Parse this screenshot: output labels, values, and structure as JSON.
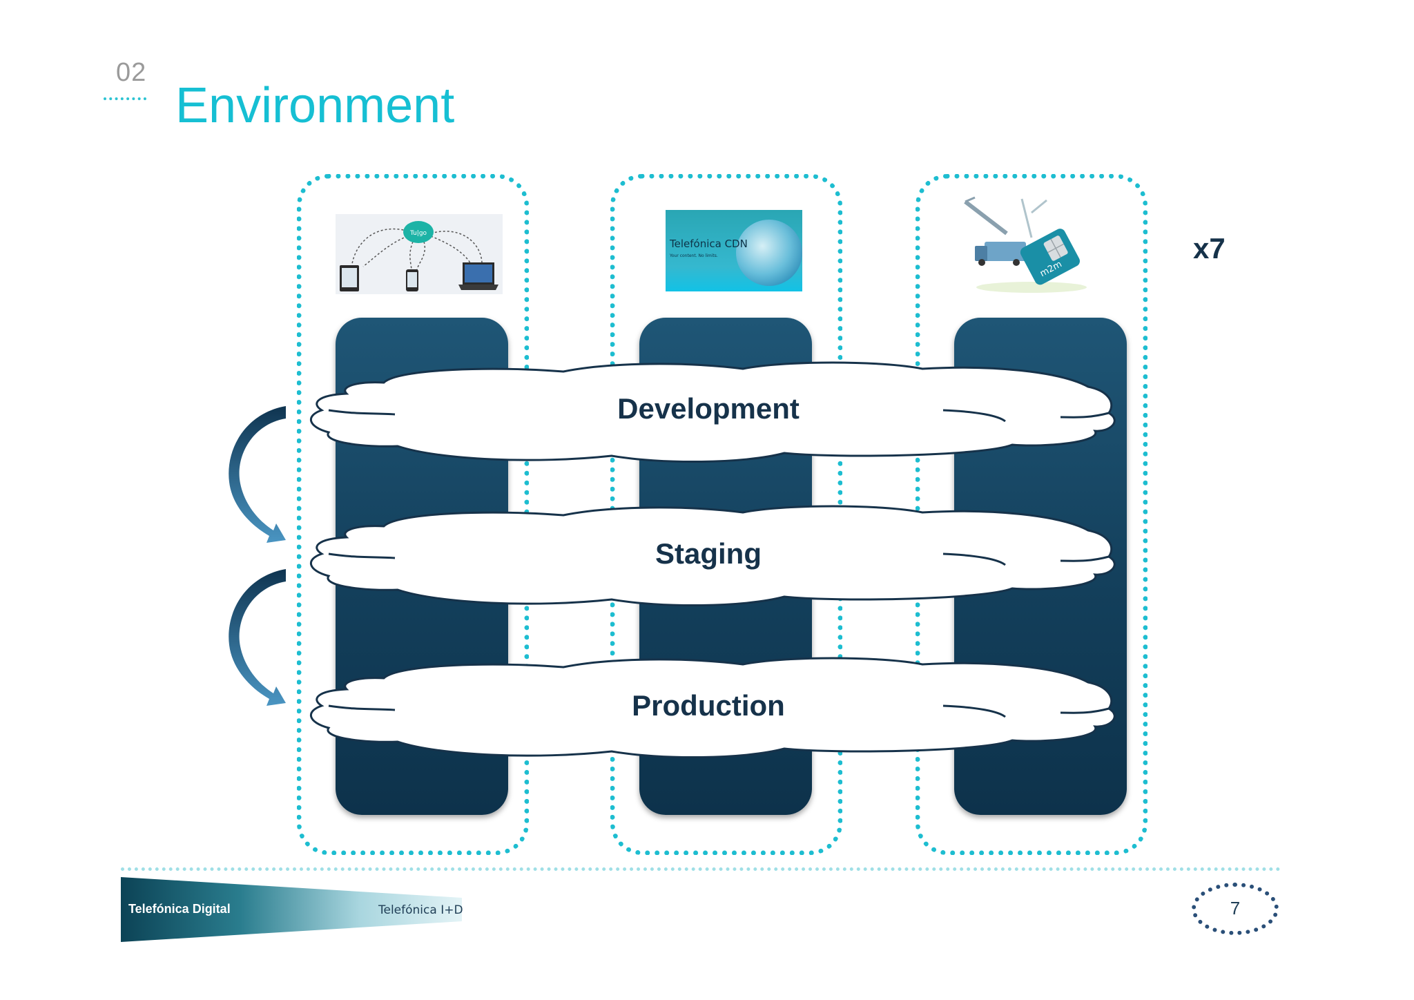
{
  "header": {
    "section_number": "02",
    "title": "Environment"
  },
  "columns": [
    {
      "product": "Tu|go",
      "icon": "devices-cloud-icon"
    },
    {
      "product": "Telefónica CDN",
      "tagline": "Your content. No limits.",
      "icon": "globe-icon"
    },
    {
      "product": "m2m",
      "icon": "m2m-sim-icon"
    }
  ],
  "multiplier": "x7",
  "environments": [
    {
      "label": "Development"
    },
    {
      "label": "Staging"
    },
    {
      "label": "Production"
    }
  ],
  "footer": {
    "brand_left": "Telefónica Digital",
    "brand_right": "Telefónica I+D",
    "page_number": "7"
  },
  "colors": {
    "accent": "#16bfd3",
    "server": "#133f5b",
    "text_dark": "#16324a"
  }
}
